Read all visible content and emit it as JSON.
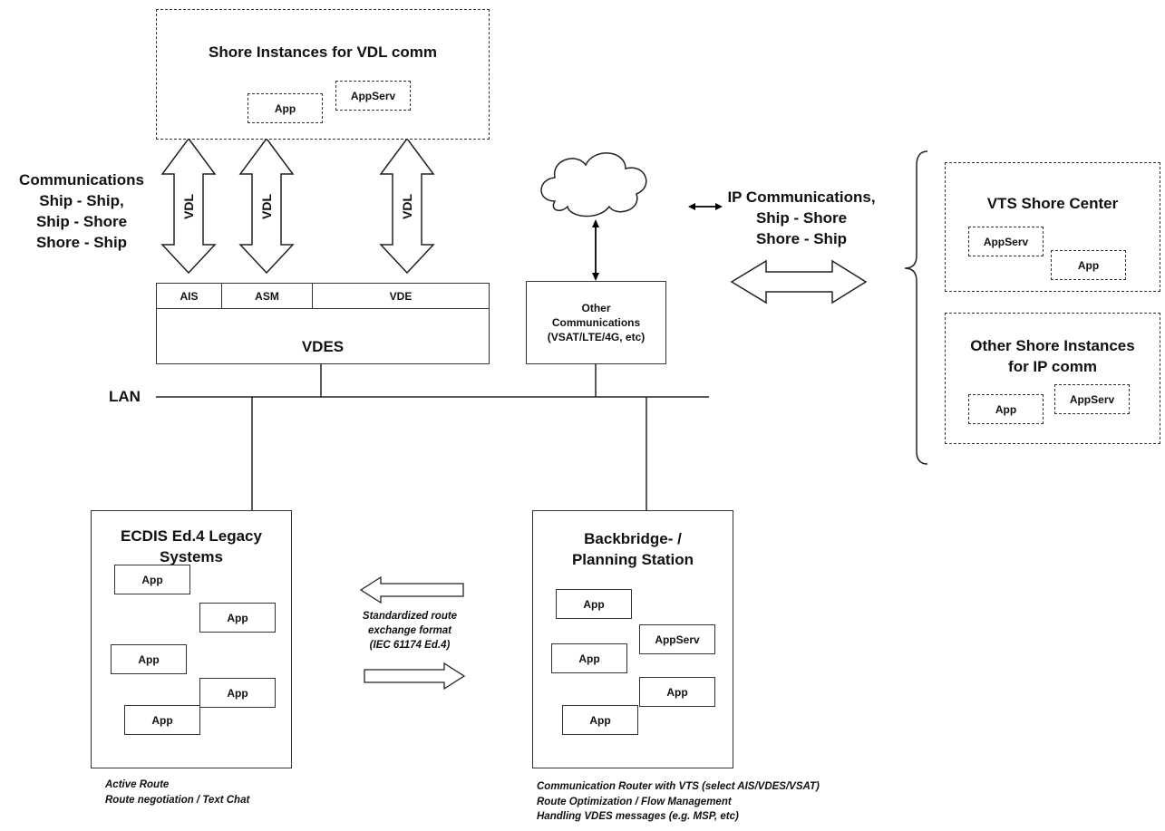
{
  "shore_vdl": {
    "title": "Shore Instances for VDL comm",
    "app": "App",
    "appserv": "AppServ"
  },
  "comm_label": [
    "Communications",
    "Ship - Ship,",
    "Ship - Shore",
    "Shore - Ship"
  ],
  "vdl_label": "VDL",
  "vdes": {
    "segments": [
      "AIS",
      "ASM",
      "VDE"
    ],
    "title": "VDES"
  },
  "other_comm": {
    "lines": [
      "Other",
      "Communications",
      "(VSAT/LTE/4G, etc)"
    ]
  },
  "ip_comm": [
    "IP Communications,",
    "Ship - Shore",
    "Shore - Ship"
  ],
  "vts": {
    "title": "VTS Shore Center",
    "appserv": "AppServ",
    "app": "App"
  },
  "other_shore": {
    "title": [
      "Other Shore Instances",
      "for IP comm"
    ],
    "app": "App",
    "appserv": "AppServ"
  },
  "lan_label": "LAN",
  "ecdis": {
    "title": [
      "ECDIS Ed.4 Legacy",
      "Systems"
    ],
    "apps": [
      "App",
      "App",
      "App",
      "App",
      "App"
    ],
    "notes": [
      "Active Route",
      "Route negotiation / Text Chat"
    ]
  },
  "route_exchange": [
    "Standardized route",
    "exchange format",
    "(IEC 61174 Ed.4)"
  ],
  "backbridge": {
    "title": [
      "Backbridge- /",
      "Planning Station"
    ],
    "apps": [
      "App",
      "AppServ",
      "App",
      "App",
      "App"
    ],
    "notes": [
      "Communication Router with VTS (select AIS/VDES/VSAT)",
      "Route Optimization / Flow Management",
      "Handling VDES messages (e.g. MSP, etc)"
    ]
  }
}
